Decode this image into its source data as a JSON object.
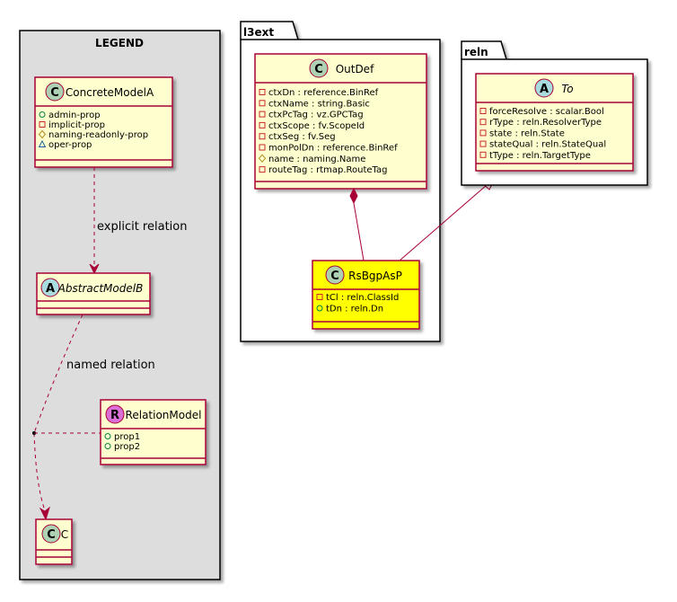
{
  "legend": {
    "title": "LEGEND",
    "concrete_model": {
      "stereotype": "C",
      "name": "ConcreteModelA",
      "attributes": [
        {
          "vis": "+",
          "text": "admin-prop"
        },
        {
          "vis": "-",
          "text": "implicit-prop"
        },
        {
          "vis": "#",
          "text": "naming-readonly-prop"
        },
        {
          "vis": "~",
          "text": "oper-prop"
        }
      ]
    },
    "explicit_relation_label": "explicit relation",
    "abstract_model": {
      "stereotype": "A",
      "name": "AbstractModelB"
    },
    "named_relation_label": "named relation",
    "relation_model": {
      "stereotype": "R",
      "name": "RelationModel",
      "attributes": [
        {
          "vis": "+",
          "text": "prop1"
        },
        {
          "vis": "+",
          "text": "prop2"
        }
      ]
    },
    "class_c": {
      "stereotype": "C",
      "name": "C"
    }
  },
  "l3ext": {
    "package_name": "l3ext",
    "outdef": {
      "stereotype": "C",
      "name": "OutDef",
      "attributes": [
        {
          "vis": "-",
          "text": "ctxDn : reference.BinRef"
        },
        {
          "vis": "-",
          "text": "ctxName : string.Basic"
        },
        {
          "vis": "-",
          "text": "ctxPcTag : vz.GPCTag"
        },
        {
          "vis": "-",
          "text": "ctxScope : fv.ScopeId"
        },
        {
          "vis": "-",
          "text": "ctxSeg : fv.Seg"
        },
        {
          "vis": "-",
          "text": "monPolDn : reference.BinRef"
        },
        {
          "vis": "#",
          "text": "name : naming.Name"
        },
        {
          "vis": "-",
          "text": "routeTag : rtmap.RouteTag"
        }
      ]
    },
    "rsbgpasp": {
      "stereotype": "C",
      "name": "RsBgpAsP",
      "attributes": [
        {
          "vis": "-",
          "text": "tCl : reln.ClassId"
        },
        {
          "vis": "+",
          "text": "tDn : reln.Dn"
        }
      ]
    }
  },
  "reln": {
    "package_name": "reln",
    "to": {
      "stereotype": "A",
      "name": "To",
      "attributes": [
        {
          "vis": "-",
          "text": "forceResolve : scalar.Bool"
        },
        {
          "vis": "-",
          "text": "rType : reln.ResolverType"
        },
        {
          "vis": "-",
          "text": "state : reln.State"
        },
        {
          "vis": "-",
          "text": "stateQual : reln.StateQual"
        },
        {
          "vis": "-",
          "text": "tType : reln.TargetType"
        }
      ]
    }
  },
  "colors": {
    "class_fill": "#FEFECE",
    "class_border": "#A80036",
    "highlight_fill": "#FFFF00",
    "legend_fill": "#DDDDDD",
    "class_circle": "#ADD1B2",
    "abstract_circle": "#A9DCDF",
    "relation_circle": "#DA70D6"
  }
}
